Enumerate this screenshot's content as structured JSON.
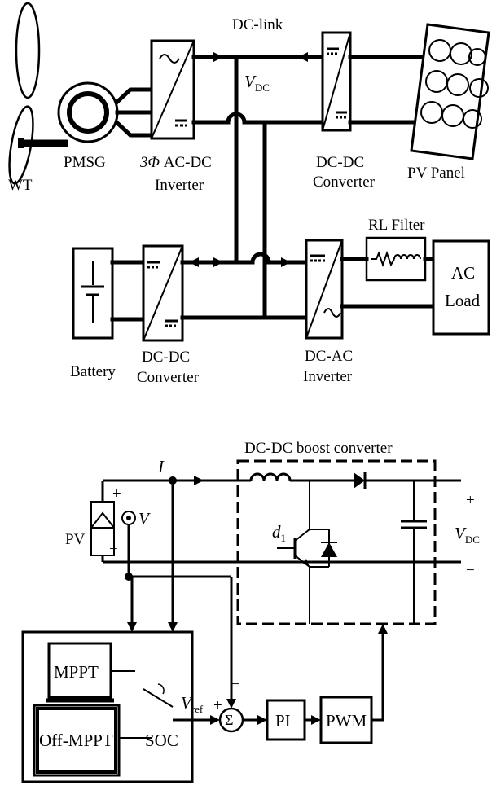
{
  "top": {
    "dc_link": "DC-link",
    "vdc_main": "V",
    "vdc_sub": "DC",
    "wt": "WT",
    "pmsg": "PMSG",
    "ac_dc_phase": "3Φ",
    "ac_dc_line1": " AC-DC",
    "ac_dc_line2": "Inverter",
    "dcdc_pv_line1": "DC-DC",
    "dcdc_pv_line2": "Converter",
    "pv_panel": "PV Panel",
    "rl_filter": "RL Filter",
    "ac_load_line1": "AC",
    "ac_load_line2": "Load",
    "battery": "Battery",
    "dcdc_bat_line1": "DC-DC",
    "dcdc_bat_line2": "Converter",
    "dcac_line1": "DC-AC",
    "dcac_line2": "Inverter"
  },
  "bottom": {
    "boost_title": "DC-DC boost converter",
    "current_label": "I",
    "pv_label": "PV",
    "plus": "+",
    "minus": "−",
    "v_label": "V",
    "d1_main": "d",
    "d1_sub": "1",
    "out_plus": "+",
    "out_minus": "−",
    "vdc_main": "V",
    "vdc_sub": "DC",
    "mppt": "MPPT",
    "off_mppt": "Off-MPPT",
    "soc": "SOC",
    "vref_main": "V",
    "vref_sub": "ref",
    "vref_plus": "+",
    "sum_minus": "−",
    "sigma": "Σ",
    "pi": "PI",
    "pwm": "PWM"
  }
}
